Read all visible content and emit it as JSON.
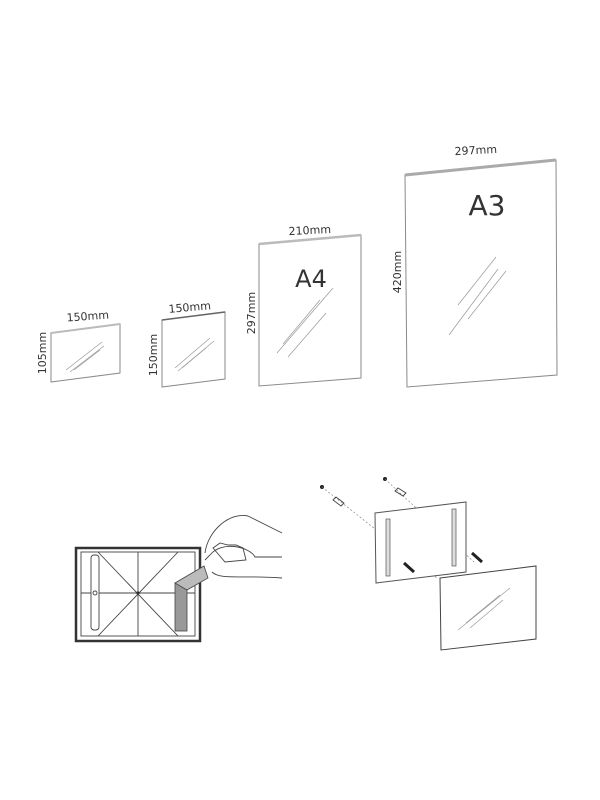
{
  "sizes": [
    {
      "width_label": "150mm",
      "height_label": "105mm"
    },
    {
      "width_label": "150mm",
      "height_label": "150mm"
    },
    {
      "width_label": "210mm",
      "height_label": "297mm",
      "format": "A4"
    },
    {
      "width_label": "297mm",
      "height_label": "420mm",
      "format": "A3"
    }
  ]
}
